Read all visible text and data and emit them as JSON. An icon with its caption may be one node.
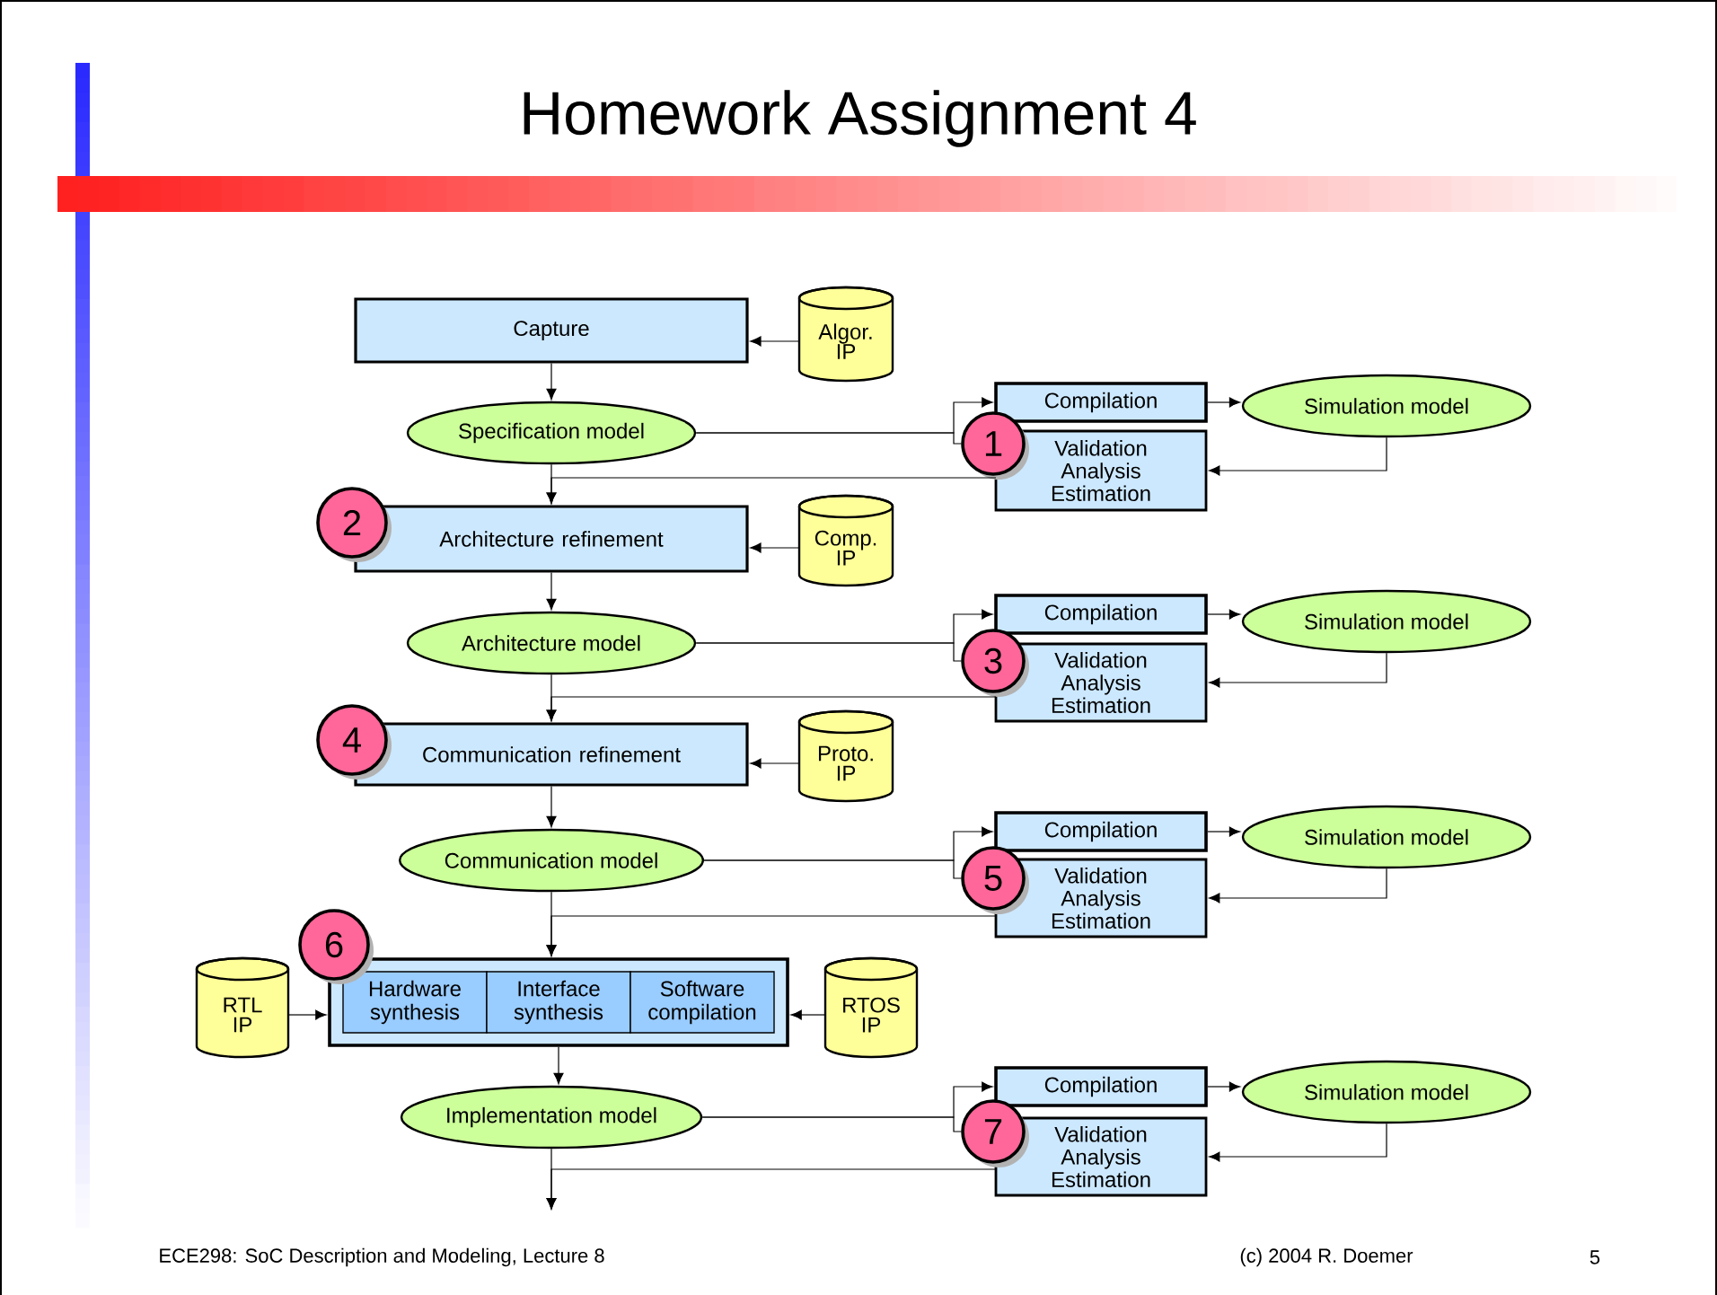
{
  "diagram": {
    "title": "Homework Assignment 4",
    "nodes": [
      {
        "text": [
          "Capture"
        ]
      },
      {
        "text": [
          "Algor. IP"
        ]
      },
      {
        "text": [
          "Specification model"
        ]
      },
      {
        "text": [
          "Compilation"
        ]
      },
      {
        "text": [
          "Simulation model"
        ]
      },
      {
        "text": [
          "Validation Analysis Estimation"
        ]
      },
      {
        "text": [
          "1"
        ]
      },
      {
        "text": [
          "Architecture refinement"
        ]
      },
      {
        "text": [
          "2"
        ]
      },
      {
        "text": [
          "Comp. IP"
        ]
      },
      {
        "text": [
          "Architecture model"
        ]
      },
      {
        "text": [
          "Compilation"
        ]
      },
      {
        "text": [
          "Simulation model"
        ]
      },
      {
        "text": [
          "Validation Analysis Estimation"
        ]
      },
      {
        "text": [
          "3"
        ]
      },
      {
        "text": [
          "Communication refinement"
        ]
      },
      {
        "text": [
          "4"
        ]
      },
      {
        "text": [
          "Proto. IP"
        ]
      },
      {
        "text": [
          "Communication model"
        ]
      },
      {
        "text": [
          "Compilation"
        ]
      },
      {
        "text": [
          "Simulation model"
        ]
      },
      {
        "text": [
          "Validation Analysis Estimation"
        ]
      },
      {
        "text": [
          "5"
        ]
      },
      {
        "text": [],
        "shape": "box"
      },
      {
        "text": [
          "Hardware synthesis"
        ],
        "in": 23
      },
      {
        "text": [
          "Interface synthesis"
        ],
        "in": 23
      },
      {
        "text": [
          "Software compilation"
        ],
        "in": 23
      },
      {
        "text": [
          "6"
        ]
      },
      {
        "text": [
          "RTL IP"
        ]
      },
      {
        "text": [
          "RTOS IP"
        ]
      },
      {
        "text": [
          "Implementation model"
        ]
      },
      {
        "text": [
          "Compilation"
        ]
      },
      {
        "text": [
          "Simulation model"
        ]
      },
      {
        "text": [
          "Validation Analysis Estimation"
        ]
      },
      {
        "text": [
          "7"
        ]
      }
    ],
    "edges": [
      {
        "from": 1,
        "to": 0,
        "arrow": "to"
      },
      {
        "from": 0,
        "to": 2,
        "arrow": "to"
      },
      {
        "from": 2,
        "to": 3,
        "arrow": "to"
      },
      {
        "from": 3,
        "to": 4,
        "arrow": "to"
      },
      {
        "from": 4,
        "to": 5,
        "arrow": "to"
      },
      {
        "from": 2,
        "to": 7,
        "arrow": "to"
      },
      {
        "from": 5,
        "to": 7,
        "arrow": "to"
      },
      {
        "from": 9,
        "to": 7,
        "arrow": "to"
      },
      {
        "from": 7,
        "to": 10,
        "arrow": "to"
      },
      {
        "from": 10,
        "to": 11,
        "arrow": "to"
      },
      {
        "from": 11,
        "to": 12,
        "arrow": "to"
      },
      {
        "from": 12,
        "to": 13,
        "arrow": "to"
      },
      {
        "from": 10,
        "to": 15,
        "arrow": "to"
      },
      {
        "from": 13,
        "to": 15,
        "arrow": "to"
      },
      {
        "from": 17,
        "to": 15,
        "arrow": "to"
      },
      {
        "from": 15,
        "to": 18,
        "arrow": "to"
      },
      {
        "from": 18,
        "to": 19,
        "arrow": "to"
      },
      {
        "from": 19,
        "to": 20,
        "arrow": "to"
      },
      {
        "from": 20,
        "to": 21,
        "arrow": "to"
      },
      {
        "from": 18,
        "to": 23,
        "arrow": "to"
      },
      {
        "from": 21,
        "to": 23,
        "arrow": "to"
      },
      {
        "from": 28,
        "to": 23,
        "arrow": "to"
      },
      {
        "from": 29,
        "to": 23,
        "arrow": "to"
      },
      {
        "from": 23,
        "to": 30,
        "arrow": "to"
      },
      {
        "from": 30,
        "to": 31,
        "arrow": "to"
      },
      {
        "from": 31,
        "to": 32,
        "arrow": "to"
      },
      {
        "from": 32,
        "to": 33,
        "arrow": "to"
      },
      {
        "from": 30,
        "to": null,
        "arrow": "to"
      },
      {
        "from": 33,
        "to": null,
        "arrow": "to"
      },
      {
        "from": 2,
        "to": 6,
        "arrow": "none"
      },
      {
        "from": 10,
        "to": 14,
        "arrow": "none"
      },
      {
        "from": 18,
        "to": 22,
        "arrow": "none"
      },
      {
        "from": 30,
        "to": 34,
        "arrow": "none"
      }
    ],
    "labels": [
      "ECE298: SoC Description and Modeling, Lecture 8",
      "(c) 2004 R. Doemer",
      "5"
    ]
  }
}
